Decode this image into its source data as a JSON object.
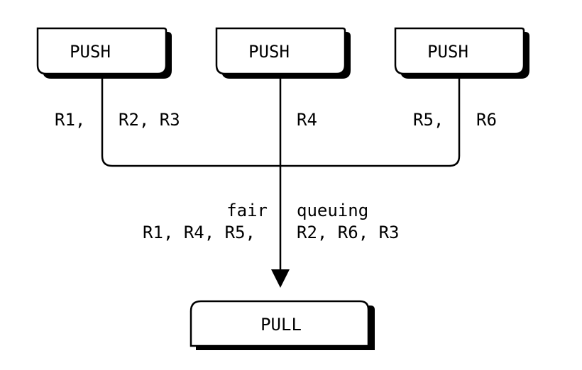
{
  "nodes": {
    "push_left": "PUSH",
    "push_middle": "PUSH",
    "push_right": "PUSH",
    "pull": "PULL"
  },
  "edge_labels": {
    "left_a": "R1,",
    "left_b": "R2, R3",
    "middle": "R4",
    "right_a": "R5,",
    "right_b": "R6",
    "merge_a": "fair",
    "merge_b": "queuing",
    "merged_a": "R1, R4, R5,",
    "merged_b": "R2, R6, R3"
  }
}
